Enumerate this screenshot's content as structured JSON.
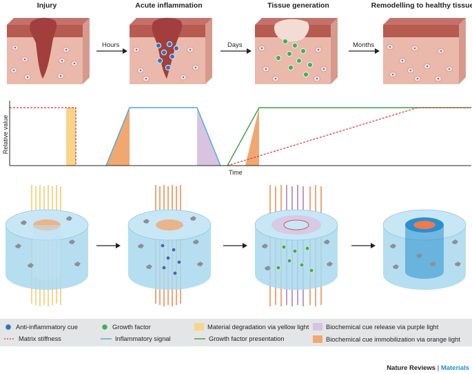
{
  "stages": {
    "injury": "Injury",
    "acute": "Acute inflammation",
    "tissue": "Tissue generation",
    "remodel": "Remodelling to healthy tissue"
  },
  "arrows": {
    "hours": "Hours",
    "days": "Days",
    "months": "Months"
  },
  "graph": {
    "ylabel": "Relative value",
    "xlabel": "Time"
  },
  "legend": {
    "anti_inflammatory": "Anti-inflammatory cue",
    "growth_factor": "Growth factor",
    "yellow": "Material degradation via yellow light",
    "purple": "Biochemical cue release via purple light",
    "stiffness": "Matrix stiffness",
    "inflammatory": "Inflammatory signal",
    "gf_presentation": "Growth factor presentation",
    "orange": "Biochemical cue immobilization via orange light"
  },
  "credit": {
    "journal": "Nature Reviews",
    "separator": " | ",
    "section": "Materials"
  },
  "colors": {
    "skin_top": "#b75a50",
    "skin_side": "#eab9ab",
    "wound": "#a23e3c",
    "anti_cue": "#3a6fb5",
    "growth": "#4aa85a",
    "yellow": "#f8d58a",
    "purple": "#d8c4e0",
    "orange": "#f1a870",
    "stiffness": "#d8312c",
    "inflammatory": "#49a7e0",
    "gf_line": "#3e9b4a",
    "hydrogel": "#a9d8ef",
    "accent": "#1d8fc9"
  }
}
